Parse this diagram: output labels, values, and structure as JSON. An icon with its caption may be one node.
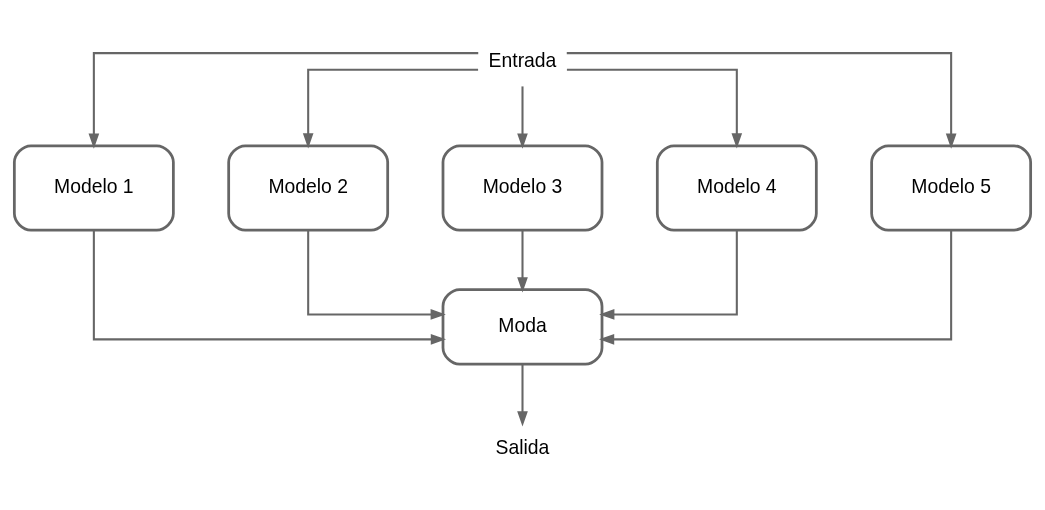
{
  "diagram": {
    "nodes": [
      {
        "text": [
          "Entrada"
        ]
      },
      {
        "text": [
          "Modelo 1"
        ]
      },
      {
        "text": [
          "Modelo 2"
        ]
      },
      {
        "text": [
          "Modelo 3"
        ]
      },
      {
        "text": [
          "Modelo 4"
        ]
      },
      {
        "text": [
          "Modelo 5"
        ]
      },
      {
        "text": [
          "Moda"
        ]
      },
      {
        "text": [
          "Salida"
        ]
      }
    ],
    "edges": [
      {
        "from": 0,
        "to": 1,
        "arrow": "to"
      },
      {
        "from": 0,
        "to": 2,
        "arrow": "to"
      },
      {
        "from": 0,
        "to": 3,
        "arrow": "to"
      },
      {
        "from": 0,
        "to": 4,
        "arrow": "to"
      },
      {
        "from": 0,
        "to": 5,
        "arrow": "to"
      },
      {
        "from": 1,
        "to": 6,
        "arrow": "to"
      },
      {
        "from": 2,
        "to": 6,
        "arrow": "to"
      },
      {
        "from": 3,
        "to": 6,
        "arrow": "to"
      },
      {
        "from": 4,
        "to": 6,
        "arrow": "to"
      },
      {
        "from": 5,
        "to": 6,
        "arrow": "to"
      },
      {
        "from": 6,
        "to": 7,
        "arrow": "to"
      }
    ]
  }
}
